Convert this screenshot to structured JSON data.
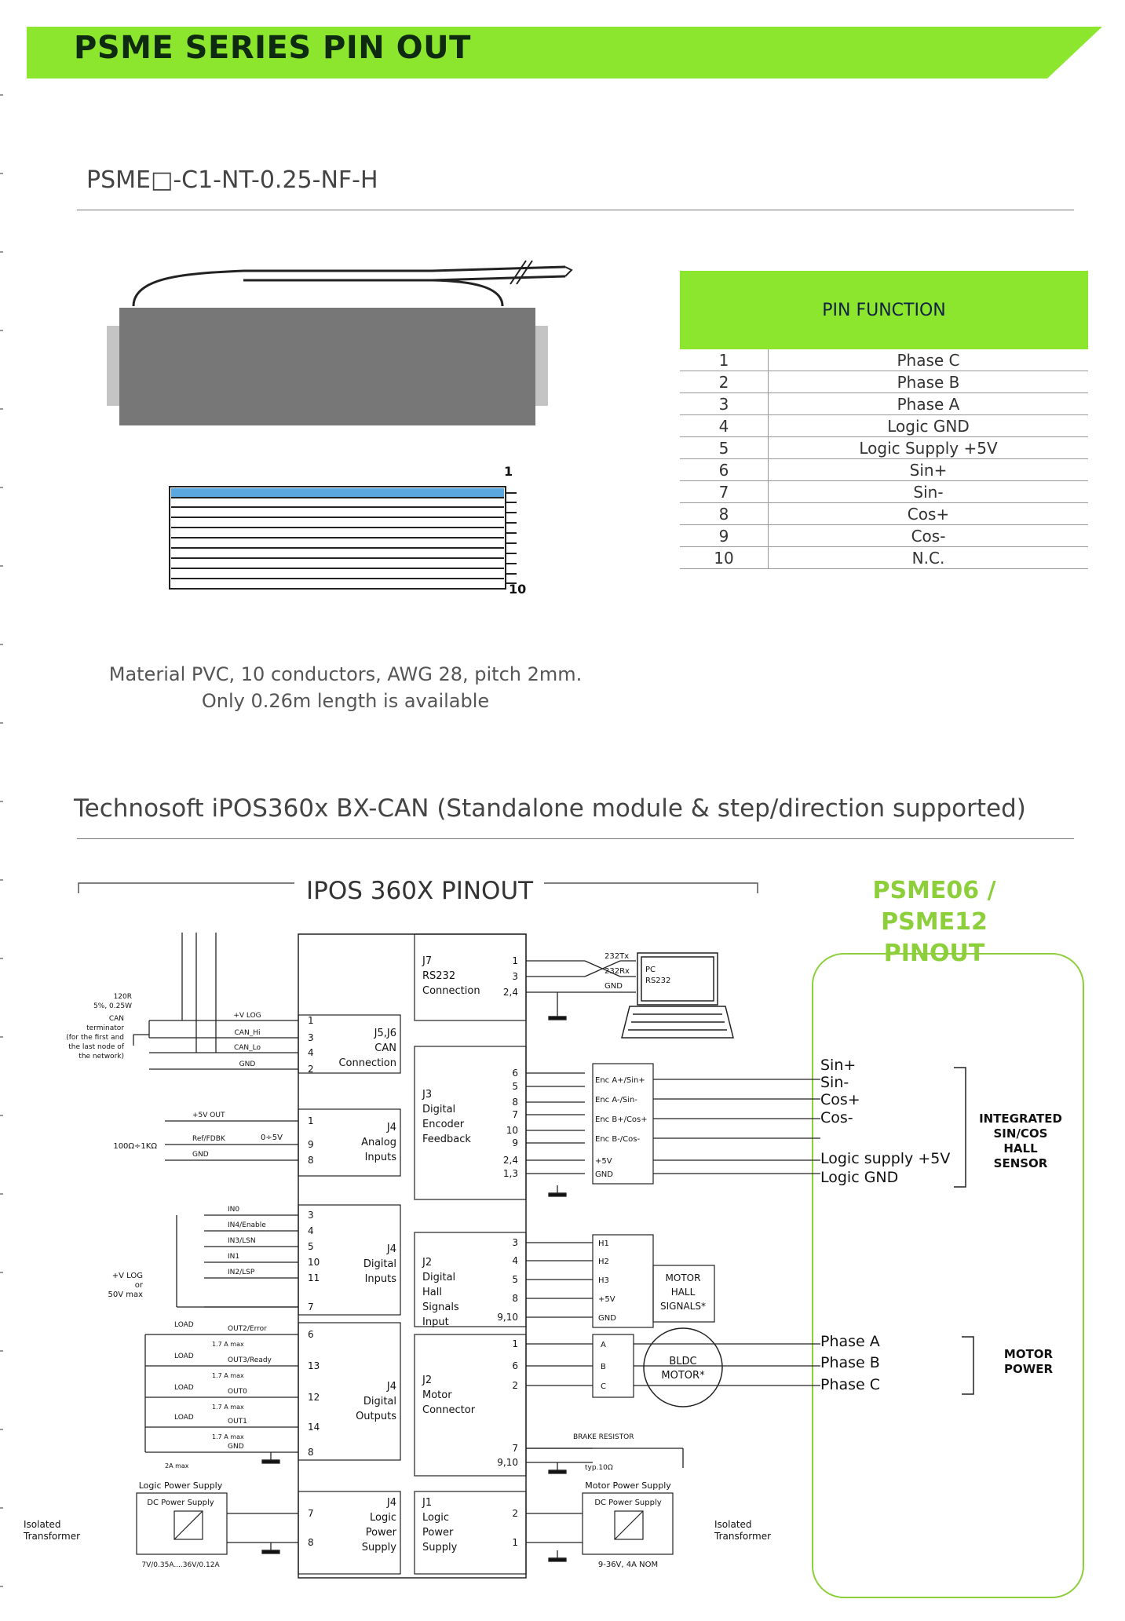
{
  "header": {
    "title": "PSME SERIES PIN OUT",
    "accent_color": "#8ce62d"
  },
  "cable_section": {
    "title": "PSME□-C1-NT-0.25-NF-H",
    "ribbon_labels": {
      "first": "1",
      "last": "10"
    },
    "material_line1": "Material PVC, 10 conductors, AWG 28, pitch 2mm.",
    "material_line2": "Only 0.26m length is available"
  },
  "pin_table": {
    "header": "PIN FUNCTION",
    "rows": [
      {
        "pin": "1",
        "function": "Phase C"
      },
      {
        "pin": "2",
        "function": "Phase B"
      },
      {
        "pin": "3",
        "function": "Phase A"
      },
      {
        "pin": "4",
        "function": "Logic GND"
      },
      {
        "pin": "5",
        "function": "Logic Supply +5V"
      },
      {
        "pin": "6",
        "function": "Sin+"
      },
      {
        "pin": "7",
        "function": "Sin-"
      },
      {
        "pin": "8",
        "function": "Cos+"
      },
      {
        "pin": "9",
        "function": "Cos-"
      },
      {
        "pin": "10",
        "function": "N.C."
      }
    ]
  },
  "driver_section": {
    "title": "Technosoft iPOS360x BX-CAN (Standalone module & step/direction supported)",
    "ipos_header": "IPOS 360X PINOUT",
    "psme_header_line1": "PSME06 / PSME12",
    "psme_header_line2": "PINOUT"
  },
  "diagram": {
    "j7": {
      "label": "J7\nRS232\nConnection",
      "pins": [
        "1",
        "3",
        "2,4"
      ],
      "signals": [
        "232Tx",
        "232Rx",
        "GND"
      ],
      "pc": "PC\nRS232"
    },
    "j56": {
      "label": "J5,J6\nCAN\nConnection",
      "pins": [
        "1",
        "3",
        "4",
        "2"
      ],
      "signals": [
        "+V LOG",
        "CAN_Hi",
        "CAN_Lo",
        "GND"
      ],
      "terminator": "CAN\nterminator\n(for the first and\nthe last node of\nthe network)",
      "resistor": "120R\n5%, 0.25W"
    },
    "j4_analog": {
      "label": "J4\nAnalog\nInputs",
      "pins": [
        "1",
        "9",
        "8"
      ],
      "signals": [
        "+5V OUT",
        "Ref/FDBK",
        "GND"
      ],
      "range": "0÷5V",
      "pot": "100Ω÷1KΩ"
    },
    "j4_din": {
      "label": "J4\nDigital\nInputs",
      "pins": [
        "3",
        "4",
        "5",
        "10",
        "11",
        "7"
      ],
      "signals": [
        "IN0",
        "IN4/Enable",
        "IN3/LSN",
        "IN1",
        "IN2/LSP"
      ],
      "supply": "+V LOG\nor\n50V max"
    },
    "j4_dout": {
      "label": "J4\nDigital\nOutputs",
      "pins": [
        "6",
        "13",
        "12",
        "14",
        "8"
      ],
      "signals": [
        "OUT2/Error",
        "OUT3/Ready",
        "OUT0",
        "OUT1",
        "GND"
      ],
      "load": "LOAD",
      "current": "1.7 A max",
      "gnd_current": "2A max"
    },
    "j4_logic": {
      "label": "J4\nLogic\nPower\nSupply",
      "pins": [
        "7",
        "8"
      ],
      "supply_title": "Logic Power Supply",
      "supply_box": "DC Power Supply",
      "rating": "7V/0.35A....36V/0.12A",
      "transformer": "Isolated\nTransformer"
    },
    "j3": {
      "label": "J3\nDigital\nEncoder\nFeedback",
      "pins": [
        "6",
        "5",
        "8",
        "7",
        "10",
        "9",
        "2,4",
        "1,3"
      ],
      "signals": [
        "Enc A+/Sin+",
        "Enc A-/Sin-",
        "Enc B+/Cos+",
        "Enc B-/Cos-",
        "+5V",
        "GND"
      ]
    },
    "j2_hall": {
      "label": "J2\nDigital\nHall\nSignals\nInput",
      "pins": [
        "3",
        "4",
        "5",
        "8",
        "9,10"
      ],
      "signals": [
        "H1",
        "H2",
        "H3",
        "+5V",
        "GND"
      ],
      "box": "MOTOR\nHALL\nSIGNALS*"
    },
    "j2_motor": {
      "label": "J2\nMotor\nConnector",
      "pins": [
        "1",
        "6",
        "2",
        "7",
        "9,10"
      ],
      "signals": [
        "A",
        "B",
        "C"
      ],
      "motor": "BLDC\nMOTOR*",
      "brake": "BRAKE RESISTOR",
      "brake_value": "typ.10Ω"
    },
    "j1": {
      "label": "J1\nLogic\nPower\nSupply",
      "pins": [
        "2",
        "1"
      ],
      "supply_title": "Motor Power Supply",
      "supply_box": "DC Power Supply",
      "rating": "9-36V, 4A NOM",
      "transformer": "Isolated\nTransformer"
    },
    "psme_sensor": {
      "signals": [
        "Sin+",
        "Sin-",
        "Cos+",
        "Cos-",
        "Logic supply +5V",
        "Logic GND"
      ],
      "group": "INTEGRATED\nSIN/COS\nHALL\nSENSOR"
    },
    "psme_motor": {
      "signals": [
        "Phase A",
        "Phase B",
        "Phase C"
      ],
      "group": "MOTOR\nPOWER"
    }
  }
}
